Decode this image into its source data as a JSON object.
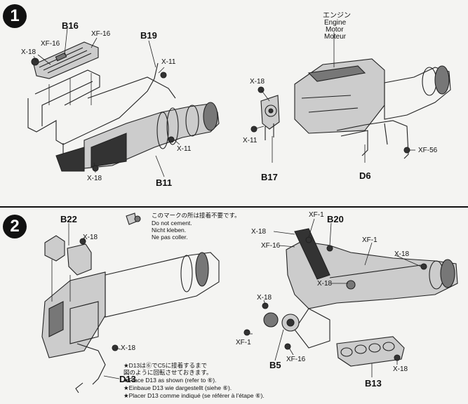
{
  "steps": [
    {
      "number": "1",
      "labels": {
        "b16": "B16",
        "xf16": "XF-16",
        "b19": "B19",
        "x18_a": "X-18",
        "xf16_b": "XF-16",
        "x11_a": "X-11",
        "x11_b": "X-11",
        "x18_b": "X-18",
        "b11": "B11",
        "engine_jp": "エンジン",
        "engine_en": "Engine",
        "engine_de": "Motor",
        "engine_fr": "Moteur",
        "x18_c": "X-18",
        "x11_c": "X-11",
        "b17": "B17",
        "d6": "D6",
        "xf56": "XF-56"
      }
    },
    {
      "number": "2",
      "labels": {
        "b22": "B22",
        "x18_a": "X-18",
        "x18_b": "X-18",
        "d13": "D13",
        "xf1_a": "XF-1",
        "b20": "B20",
        "x18_c": "X-18",
        "xf16_a": "XF-16",
        "xf1_b": "XF-1",
        "x18_d": "X-18",
        "x18_e": "X-18",
        "x18_f": "X-18",
        "xf1_c": "XF-1",
        "b5": "B5",
        "xf16_b": "XF-16",
        "b13": "B13",
        "x18_g": "X-18"
      }
    }
  ],
  "legend": {
    "jp": "このマークの所は接着不要です。",
    "en": "Do not cement.",
    "de": "Nicht kleben.",
    "fr": "Ne pas coller."
  },
  "instructions": [
    "★D13は⑥でC5に接着するまで",
    "図のように回転させておきます。",
    "★Place D13 as shown (refer to ⑥).",
    "★Einbaue D13   wie dargestellt (siehe ⑥).",
    "★Placer D13 comme indiqué (se référer à l'étape ⑥)."
  ]
}
